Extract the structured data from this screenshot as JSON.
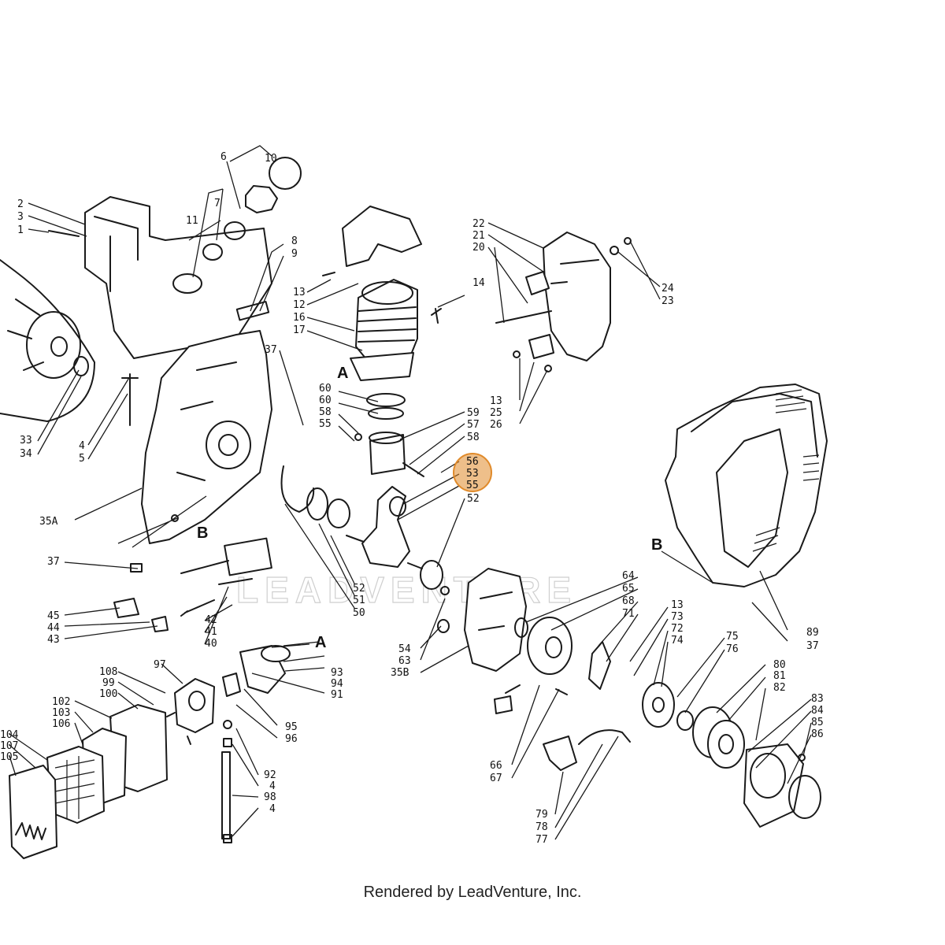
{
  "footer": "Rendered by LeadVenture, Inc.",
  "watermark": "LEADVENTURE",
  "highlight_color": "#e08a2a",
  "ref_labels": [
    "A",
    "B"
  ],
  "callouts": {
    "c2": "2",
    "c3": "3",
    "c1": "1",
    "c6": "6",
    "c10": "10",
    "c7": "7",
    "c11": "11",
    "c8": "8",
    "c9": "9",
    "c37a": "37",
    "c33": "33",
    "c34": "34",
    "c4a": "4",
    "c5": "5",
    "c35A": "35A",
    "c37b": "37",
    "c45": "45",
    "c44": "44",
    "c43": "43",
    "c42": "42",
    "c41": "41",
    "c40": "40",
    "c13a": "13",
    "c12": "12",
    "c16": "16",
    "c17": "17",
    "c14": "14",
    "c60a": "60",
    "c60b": "60",
    "c58a": "58",
    "c55a": "55",
    "c59": "59",
    "c57": "57",
    "c58b": "58",
    "c56": "56",
    "c53": "53",
    "c55b": "55",
    "c52a": "52",
    "c52b": "52",
    "c51": "51",
    "c50": "50",
    "c22": "22",
    "c21": "21",
    "c20": "20",
    "c24": "24",
    "c23": "23",
    "c13b": "13",
    "c25": "25",
    "c26": "26",
    "c64": "64",
    "c65": "65",
    "c68": "68",
    "c71": "71",
    "c54": "54",
    "c63": "63",
    "c35B": "35B",
    "c13c": "13",
    "c73": "73",
    "c72": "72",
    "c74": "74",
    "c75": "75",
    "c76": "76",
    "c89": "89",
    "c37c": "37",
    "c80": "80",
    "c81": "81",
    "c82": "82",
    "c83": "83",
    "c84": "84",
    "c85": "85",
    "c86": "86",
    "c66": "66",
    "c67": "67",
    "c79": "79",
    "c78": "78",
    "c77": "77",
    "c93": "93",
    "c94": "94",
    "c91": "91",
    "c95": "95",
    "c96": "96",
    "c92": "92",
    "c4b": "4",
    "c98": "98",
    "c4c": "4",
    "c97": "97",
    "c108": "108",
    "c99": "99",
    "c100": "100",
    "c102": "102",
    "c103": "103",
    "c106": "106",
    "c104": "104",
    "c107": "107",
    "c105": "105"
  }
}
